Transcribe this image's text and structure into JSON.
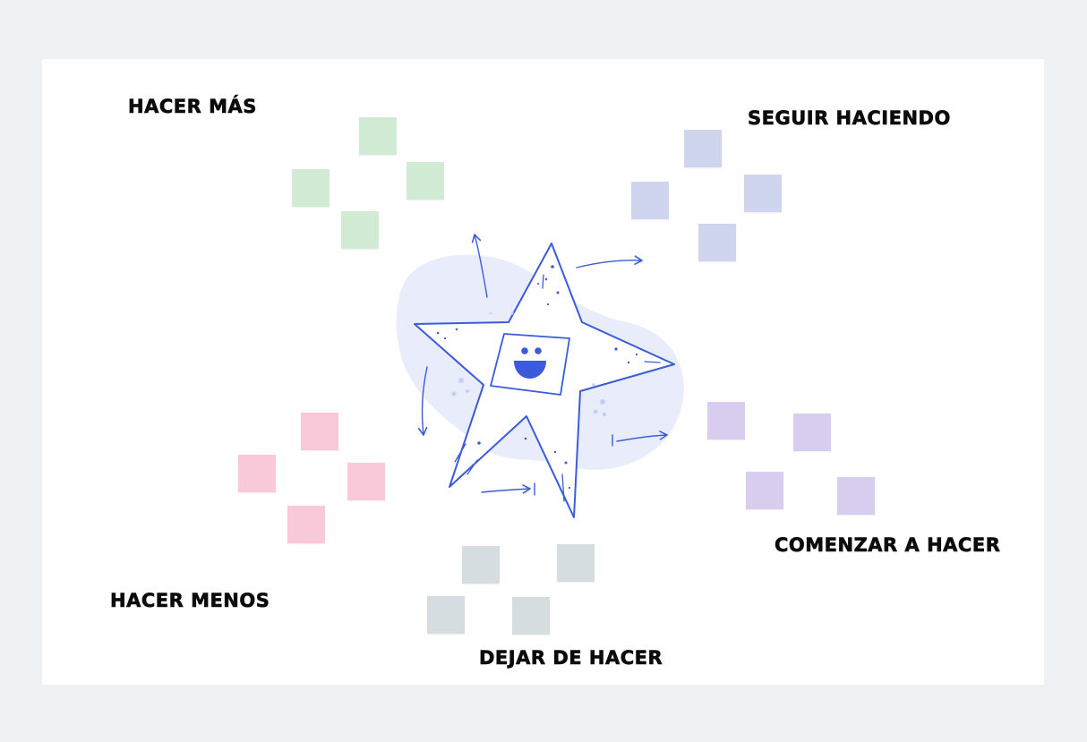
{
  "board": {
    "labels": {
      "more": "HACER MÁS",
      "keep": "SEGUIR HACIENDO",
      "start": "COMENZAR A HACER",
      "less": "HACER MENOS",
      "stop": "DEJAR DE HACER"
    }
  },
  "colors": {
    "page_background": "#eef2f5",
    "board_background": "#ffffff",
    "accent": "#3b5bdb",
    "note_more": "#d2ebd4",
    "note_keep": "#cfd4ef",
    "note_less": "#f9c9d9",
    "note_start": "#d9cdef",
    "note_stop": "#d6dde0"
  },
  "illustration": {
    "icon": "smiling-star-icon"
  }
}
